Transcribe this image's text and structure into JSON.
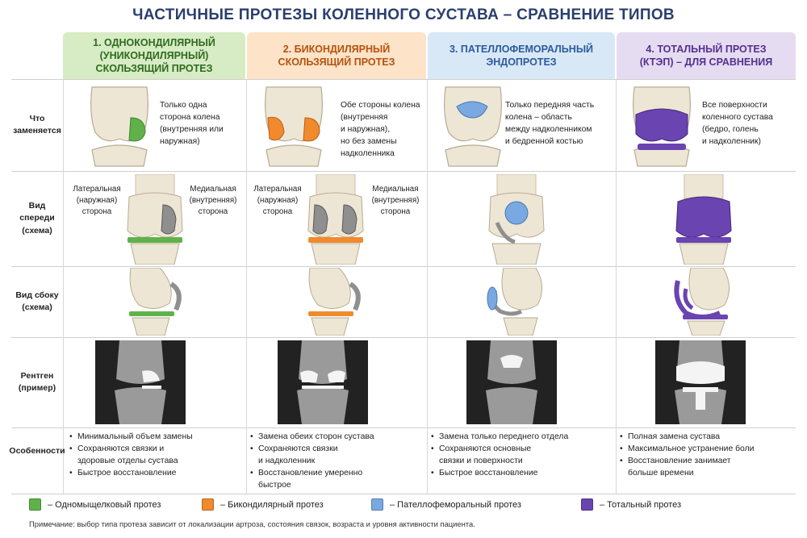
{
  "title": "ЧАСТИЧНЫЕ ПРОТЕЗЫ КОЛЕННОГО СУСТАВА – СРАВНЕНИЕ ТИПОВ",
  "colors": {
    "green": "#5fb24a",
    "orange": "#f08a2c",
    "blue": "#7aa8e0",
    "purple": "#6a44b0",
    "green_bg": "#d7ecc4",
    "orange_bg": "#fde3c8",
    "blue_bg": "#d9e8f7",
    "purple_bg": "#e6dcf2"
  },
  "columns": [
    {
      "header_l1": "1. ОДНОКОНДИЛЯРНЫЙ",
      "header_l2": "(УНИКОНДИЛЯРНЫЙ)",
      "header_l3": "СКОЛЬЗЯЩИЙ ПРОТЕЗ",
      "replaced": [
        "Только одна",
        "сторона колена",
        "(внутренняя или",
        "наружная)"
      ],
      "features": [
        "Минимальный объем замены",
        "Сохраняются связки и",
        "здоровые отделы сустава",
        "Быстрое восстановление"
      ]
    },
    {
      "header_l1": "2. БИКОНДИЛЯРНЫЙ",
      "header_l2": "СКОЛЬЗЯЩИЙ ПРОТЕЗ",
      "header_l3": "",
      "replaced": [
        "Обе стороны колена",
        "(внутренняя",
        "и наружная),",
        "но без замены",
        "надколенника"
      ],
      "features": [
        "Замена обеих сторон сустава",
        "Сохраняются связки",
        "и надколенник",
        "Восстановление умеренно",
        "быстрое"
      ]
    },
    {
      "header_l1": "3. ПАТЕЛЛОФЕМОРАЛЬНЫЙ",
      "header_l2": "ЭНДОПРОТЕЗ",
      "header_l3": "",
      "replaced": [
        "Только передняя часть",
        "колена – область",
        "между надколенником",
        "и бедренной костью"
      ],
      "features": [
        "Замена только переднего отдела",
        "Сохраняются основные",
        "связки и поверхности",
        "Быстрое восстановление"
      ]
    },
    {
      "header_l1": "4. ТОТАЛЬНЫЙ ПРОТЕЗ",
      "header_l2": "(КТЭП) – ДЛЯ СРАВНЕНИЯ",
      "header_l3": "",
      "replaced": [
        "Все поверхности",
        "коленного сустава",
        "(бедро, голень",
        "и надколенник)"
      ],
      "features": [
        "Полная замена сустава",
        "Максимальное устранение боли",
        "Восстановление занимает",
        "больше времени"
      ]
    }
  ],
  "rows": {
    "replaced": [
      "Что",
      "заменяется"
    ],
    "front": [
      "Вид спереди",
      "(схема)"
    ],
    "side": [
      "Вид сбоку",
      "(схема)"
    ],
    "xray": [
      "Рентген",
      "(пример)"
    ],
    "features": [
      "Особенности"
    ]
  },
  "side_labels": {
    "lateral": [
      "Латеральная",
      "(наружная)",
      "сторона"
    ],
    "medial": [
      "Медиальная",
      "(внутренняя)",
      "сторона"
    ]
  },
  "legend": [
    {
      "label": "– Одномыщелковый протез",
      "color": "#5fb24a"
    },
    {
      "label": "– Бикондилярный протез",
      "color": "#f08a2c"
    },
    {
      "label": "– Пателлофеморальный протез",
      "color": "#7aa8e0"
    },
    {
      "label": "– Тотальный протез",
      "color": "#6a44b0"
    }
  ],
  "note": "Примечание: выбор типа протеза зависит от локализации артроза, состояния связок, возраста и уровня активности пациента."
}
